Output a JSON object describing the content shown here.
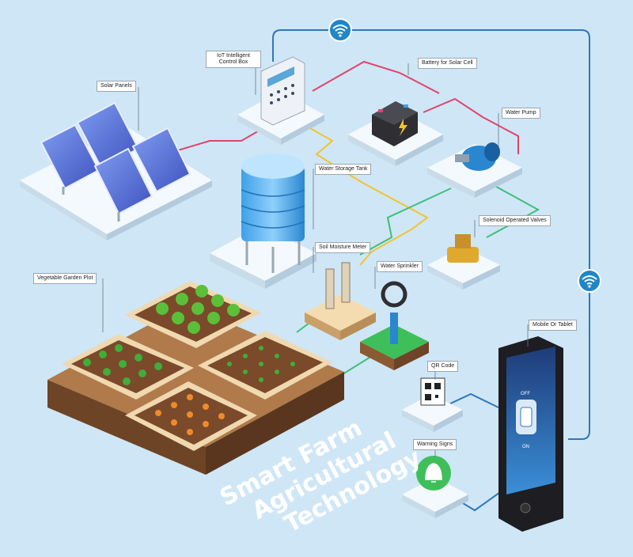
{
  "labels": {
    "solar_panels": "Solar Panels",
    "iot_box": "IoT Intelligent Control Box",
    "battery": "Battery for Solar Cell",
    "water_pump": "Water Pump",
    "water_tank": "Water Storage Tank",
    "solenoid": "Solenoid Operated Valves",
    "soil_meter": "Soil Moisture Meter",
    "sprinkler": "Water Sprinkler",
    "garden": "Vegetable Garden Plot",
    "mobile": "Mobile Or Tablet",
    "qr": "QR Code",
    "warning": "Warning Signs"
  },
  "phone": {
    "off": "OFF",
    "on": "ON"
  },
  "title": {
    "line1": "Smart Farm",
    "line2": "Agricultural",
    "line3": "Technology"
  },
  "colors": {
    "background": "#cfe6f6",
    "power_line": "#e0456a",
    "water_line": "#f2c42e",
    "signal_line_green": "#3fbf7a",
    "signal_line_blue": "#2f77b8",
    "wifi_badge": "#1f86c8"
  },
  "icons": [
    "wifi-icon",
    "battery-bolt-icon",
    "qr-code-icon",
    "bell-warning-icon",
    "power-toggle-icon"
  ]
}
